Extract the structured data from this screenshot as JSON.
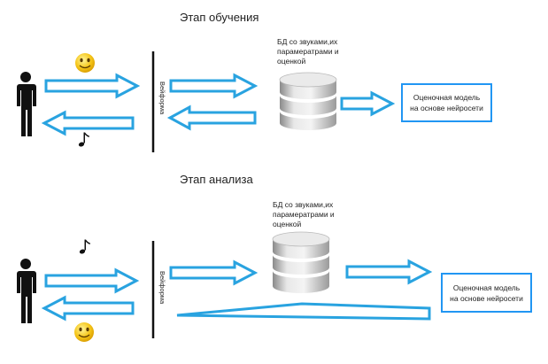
{
  "training": {
    "title": "Этап обучения",
    "db_label": "БД со звуками,их\nпарамератрами и\nоценкой",
    "waveform_label": "Вейформа",
    "model_label": "Оценочная модель\nна основе нейросети"
  },
  "analysis": {
    "title": "Этап анализа",
    "db_label": "БД со звуками,их\nпарамератрами и\nоценкой",
    "waveform_label": "Вейформа",
    "model_label": "Оценочная модель\nна основе нейросети"
  },
  "icons": {
    "person": "person-icon",
    "smiley": "smiley-icon",
    "note": "music-note-icon",
    "database": "database-cylinder-icon"
  },
  "colors": {
    "arrow_stroke": "#29a3e0",
    "box_border": "#2196f3",
    "smiley": "#f5c518",
    "db_gray": "#d0d0d0"
  }
}
